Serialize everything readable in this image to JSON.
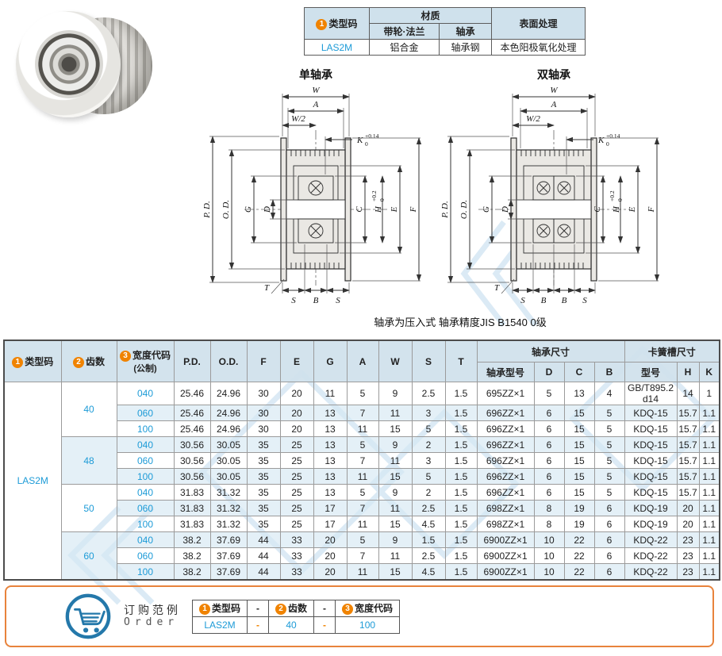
{
  "spec_table": {
    "badge1": "1",
    "type_code_label": "类型码",
    "material_label": "材质",
    "material_sub_pulley": "带轮·法兰",
    "material_sub_bearing": "轴承",
    "surface_label": "表面处理",
    "row": {
      "type_code": "LAS2M",
      "pulley_material": "铝合金",
      "bearing_material": "轴承钢",
      "surface": "本色阳极氧化处理"
    }
  },
  "diagrams": {
    "single_title": "单轴承",
    "double_title": "双轴承",
    "note": "轴承为压入式 轴承精度JIS B1540 0级",
    "labels": {
      "w": "W",
      "a": "A",
      "half_w": "W/2",
      "k": "K",
      "k_tol_up": "+0.14",
      "k_tol_dn": "0",
      "pd": "P. D.",
      "od": "O. D.",
      "g": "G",
      "d": "D",
      "c": "C",
      "h": "H",
      "h_tol_up": "+0.2",
      "h_tol_dn": "0",
      "e": "E",
      "f": "F",
      "t": "T",
      "s": "S",
      "b": "B"
    }
  },
  "main_table": {
    "header": {
      "badge1": "1",
      "badge2": "2",
      "badge3": "3",
      "type_code": "类型码",
      "teeth": "齿数",
      "width_code": "宽度代码",
      "width_code_sub": "(公制)",
      "dims": [
        "P.D.",
        "O.D.",
        "F",
        "E",
        "G",
        "A",
        "W",
        "S",
        "T"
      ],
      "bearing_group": "轴承尺寸",
      "bearing_cols": [
        "轴承型号",
        "D",
        "C",
        "B"
      ],
      "circlip_group": "卡簧槽尺寸",
      "circlip_cols": [
        "型号",
        "H",
        "K"
      ]
    },
    "type_code_value": "LAS2M",
    "groups": [
      {
        "teeth": "40",
        "rows": [
          {
            "width_code": "040",
            "values": [
              "25.46",
              "24.96",
              "30",
              "20",
              "11",
              "5",
              "9",
              "2.5",
              "1.5",
              "695ZZ×1",
              "5",
              "13",
              "4",
              "GB/T895.2 d14",
              "14",
              "1"
            ]
          },
          {
            "width_code": "060",
            "values": [
              "25.46",
              "24.96",
              "30",
              "20",
              "13",
              "7",
              "11",
              "3",
              "1.5",
              "696ZZ×1",
              "6",
              "15",
              "5",
              "KDQ-15",
              "15.7",
              "1.1"
            ]
          },
          {
            "width_code": "100",
            "values": [
              "25.46",
              "24.96",
              "30",
              "20",
              "13",
              "11",
              "15",
              "5",
              "1.5",
              "696ZZ×1",
              "6",
              "15",
              "5",
              "KDQ-15",
              "15.7",
              "1.1"
            ]
          }
        ]
      },
      {
        "teeth": "48",
        "rows": [
          {
            "width_code": "040",
            "values": [
              "30.56",
              "30.05",
              "35",
              "25",
              "13",
              "5",
              "9",
              "2",
              "1.5",
              "696ZZ×1",
              "6",
              "15",
              "5",
              "KDQ-15",
              "15.7",
              "1.1"
            ]
          },
          {
            "width_code": "060",
            "values": [
              "30.56",
              "30.05",
              "35",
              "25",
              "13",
              "7",
              "11",
              "3",
              "1.5",
              "696ZZ×1",
              "6",
              "15",
              "5",
              "KDQ-15",
              "15.7",
              "1.1"
            ]
          },
          {
            "width_code": "100",
            "values": [
              "30.56",
              "30.05",
              "35",
              "25",
              "13",
              "11",
              "15",
              "5",
              "1.5",
              "696ZZ×1",
              "6",
              "15",
              "5",
              "KDQ-15",
              "15.7",
              "1.1"
            ]
          }
        ]
      },
      {
        "teeth": "50",
        "rows": [
          {
            "width_code": "040",
            "values": [
              "31.83",
              "31.32",
              "35",
              "25",
              "13",
              "5",
              "9",
              "2",
              "1.5",
              "696ZZ×1",
              "6",
              "15",
              "5",
              "KDQ-15",
              "15.7",
              "1.1"
            ]
          },
          {
            "width_code": "060",
            "values": [
              "31.83",
              "31.32",
              "35",
              "25",
              "17",
              "7",
              "11",
              "2.5",
              "1.5",
              "698ZZ×1",
              "8",
              "19",
              "6",
              "KDQ-19",
              "20",
              "1.1"
            ]
          },
          {
            "width_code": "100",
            "values": [
              "31.83",
              "31.32",
              "35",
              "25",
              "17",
              "11",
              "15",
              "4.5",
              "1.5",
              "698ZZ×1",
              "8",
              "19",
              "6",
              "KDQ-19",
              "20",
              "1.1"
            ]
          }
        ]
      },
      {
        "teeth": "60",
        "rows": [
          {
            "width_code": "040",
            "values": [
              "38.2",
              "37.69",
              "44",
              "33",
              "20",
              "5",
              "9",
              "1.5",
              "1.5",
              "6900ZZ×1",
              "10",
              "22",
              "6",
              "KDQ-22",
              "23",
              "1.1"
            ]
          },
          {
            "width_code": "060",
            "values": [
              "38.2",
              "37.69",
              "44",
              "33",
              "20",
              "7",
              "11",
              "2.5",
              "1.5",
              "6900ZZ×1",
              "10",
              "22",
              "6",
              "KDQ-22",
              "23",
              "1.1"
            ]
          },
          {
            "width_code": "100",
            "values": [
              "38.2",
              "37.69",
              "44",
              "33",
              "20",
              "11",
              "15",
              "4.5",
              "1.5",
              "6900ZZ×1",
              "10",
              "22",
              "6",
              "KDQ-22",
              "23",
              "1.1"
            ]
          }
        ]
      }
    ]
  },
  "order": {
    "title_cn": "订购范例",
    "title_en": "Order",
    "sep": "-",
    "fields": [
      {
        "num": "1",
        "label": "类型码",
        "value": "LAS2M"
      },
      {
        "num": "2",
        "label": "齿数",
        "value": "40"
      },
      {
        "num": "3",
        "label": "宽度代码",
        "value": "100"
      }
    ]
  },
  "colors": {
    "link_blue": "#1d9bd7",
    "badge_orange": "#f08300",
    "table_header_bg": "#cfe1ec",
    "row_stripe_bg": "#e2eef6",
    "order_box_border": "#e8833c",
    "cart_blue": "#2478aa",
    "watermark_blue": "#c9dff0"
  }
}
